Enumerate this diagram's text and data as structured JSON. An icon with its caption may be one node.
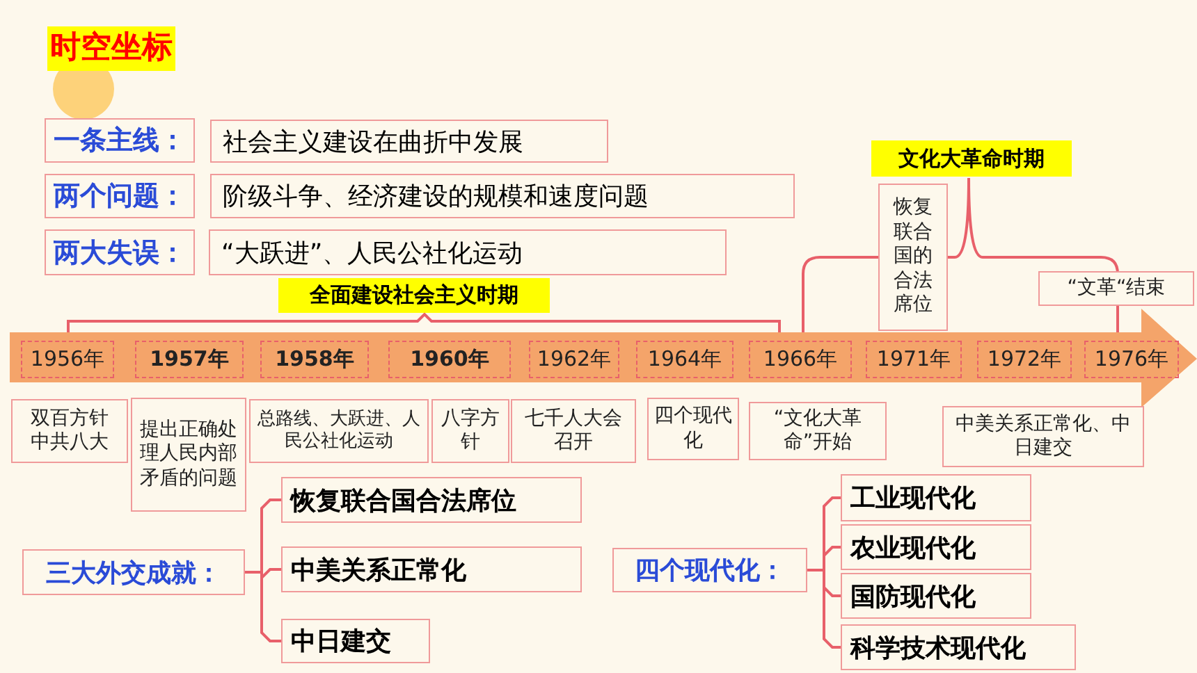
{
  "diagram": {
    "title": "时空坐标",
    "nodes": [
      {
        "text": [
          "一条主线："
        ]
      },
      {
        "text": [
          "社会主义建设在曲折中发展"
        ]
      },
      {
        "text": [
          "两个问题："
        ]
      },
      {
        "text": [
          "阶级斗争、经济建设的规模和速度问题"
        ]
      },
      {
        "text": [
          "两大失误："
        ]
      },
      {
        "text": [
          "“大跃进”、人民公社化运动"
        ]
      },
      {
        "text": [
          "全面建设社会主义时期"
        ]
      },
      {
        "text": [
          "文化大革命时期"
        ]
      },
      {
        "text": [],
        "shape": "arrow"
      },
      {
        "text": [
          "1956年"
        ],
        "in": 8
      },
      {
        "text": [
          "1957年"
        ],
        "in": 8
      },
      {
        "text": [
          "1958年"
        ],
        "in": 8
      },
      {
        "text": [
          "1960年"
        ],
        "in": 8
      },
      {
        "text": [
          "1962年"
        ],
        "in": 8
      },
      {
        "text": [
          "1964年"
        ],
        "in": 8
      },
      {
        "text": [
          "1966年"
        ],
        "in": 8
      },
      {
        "text": [
          "1971年"
        ],
        "in": 8
      },
      {
        "text": [
          "1972年"
        ],
        "in": 8
      },
      {
        "text": [
          "1976年"
        ],
        "in": 8
      },
      {
        "text": [
          "双百方针",
          "中共八大"
        ]
      },
      {
        "text": [
          "提出正确处理人民内部矛盾的问题"
        ]
      },
      {
        "text": [
          "总路线、大跃进、人民公社化运动"
        ]
      },
      {
        "text": [
          "八字方针"
        ]
      },
      {
        "text": [
          "七千人大会召开"
        ]
      },
      {
        "text": [
          "四个现代化"
        ]
      },
      {
        "text": [
          "“文化大革命”开始"
        ]
      },
      {
        "text": [
          "恢复联合国的合法席位"
        ]
      },
      {
        "text": [
          "中美关系正常化、中日建交"
        ]
      },
      {
        "text": [
          "“文革“结束"
        ]
      },
      {
        "text": [
          "三大外交成就："
        ]
      },
      {
        "text": [
          "恢复联合国合法席位"
        ]
      },
      {
        "text": [
          "中美关系正常化"
        ]
      },
      {
        "text": [
          "中日建交"
        ]
      },
      {
        "text": [
          "四个现代化："
        ]
      },
      {
        "text": [
          "工业现代化"
        ]
      },
      {
        "text": [
          "农业现代化"
        ]
      },
      {
        "text": [
          "国防现代化"
        ]
      },
      {
        "text": [
          "科学技术现代化"
        ]
      }
    ],
    "edges": [
      {
        "from": 29,
        "to": 30,
        "arrow": "none"
      },
      {
        "from": 29,
        "to": 31,
        "arrow": "none"
      },
      {
        "from": 29,
        "to": 32,
        "arrow": "none"
      },
      {
        "from": 33,
        "to": 34,
        "arrow": "none"
      },
      {
        "from": 33,
        "to": 35,
        "arrow": "none"
      },
      {
        "from": 33,
        "to": 36,
        "arrow": "none"
      },
      {
        "from": 33,
        "to": 37,
        "arrow": "none"
      }
    ]
  }
}
